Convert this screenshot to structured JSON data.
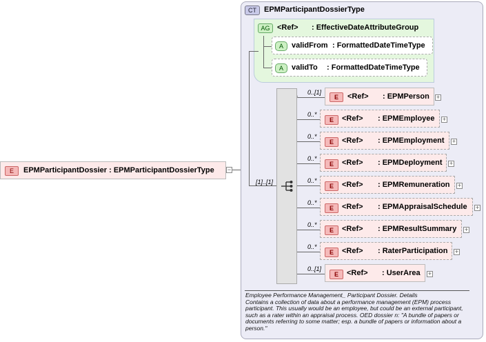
{
  "root_element": {
    "badge": "E",
    "label": "EPMParticipantDossier : EPMParticipantDossierType",
    "collapse_glyph": "−"
  },
  "complex_type": {
    "badge": "CT",
    "name": "EPMParticipantDossierType",
    "attribute_group": {
      "badge": "AG",
      "ref": "<Ref>",
      "name": ": EffectiveDateAttributeGroup",
      "attributes": [
        {
          "badge": "A",
          "name": "validFrom",
          "type": ": FormattedDateTimeType"
        },
        {
          "badge": "A",
          "name": "validTo",
          "type": ": FormattedDateTimeType"
        }
      ]
    },
    "sequence_occurrence": "[1]..[1]",
    "children": [
      {
        "occ": "0..[1]",
        "badge": "E",
        "ref": "<Ref>",
        "name": ": EPMPerson",
        "expand": "+"
      },
      {
        "occ": "0..*",
        "badge": "E",
        "ref": "<Ref>",
        "name": ": EPMEmployee",
        "expand": "+"
      },
      {
        "occ": "0..*",
        "badge": "E",
        "ref": "<Ref>",
        "name": ": EPMEmployment",
        "expand": "+"
      },
      {
        "occ": "0..*",
        "badge": "E",
        "ref": "<Ref>",
        "name": ": EPMDeployment",
        "expand": "+"
      },
      {
        "occ": "0..*",
        "badge": "E",
        "ref": "<Ref>",
        "name": ": EPMRemuneration",
        "expand": "+"
      },
      {
        "occ": "0..*",
        "badge": "E",
        "ref": "<Ref>",
        "name": ": EPMAppraisalSchedule",
        "expand": "+"
      },
      {
        "occ": "0..*",
        "badge": "E",
        "ref": "<Ref>",
        "name": ": EPMResultSummary",
        "expand": "+"
      },
      {
        "occ": "0..*",
        "badge": "E",
        "ref": "<Ref>",
        "name": ": RaterParticipation",
        "expand": "+"
      },
      {
        "occ": "0..[1]",
        "badge": "E",
        "ref": "<Ref>",
        "name": ": UserArea",
        "expand": "+"
      }
    ],
    "documentation": "Employee Performance Management_ Participant Dossier. Details\nContains a collection of data about a performance management (EPM) process participant. This usually would be an employee, but could be an external participant, such as a rater within an appraisal process. OED dossier n: \"A bundle of papers or documents referring to some matter; esp. a bundle of papers or information about a person.\""
  },
  "colors": {
    "element_fill": "#fdeaea",
    "type_fill": "#ececf6",
    "attr_fill": "#e4f7de",
    "sequence_fill": "#e2e2e2"
  }
}
